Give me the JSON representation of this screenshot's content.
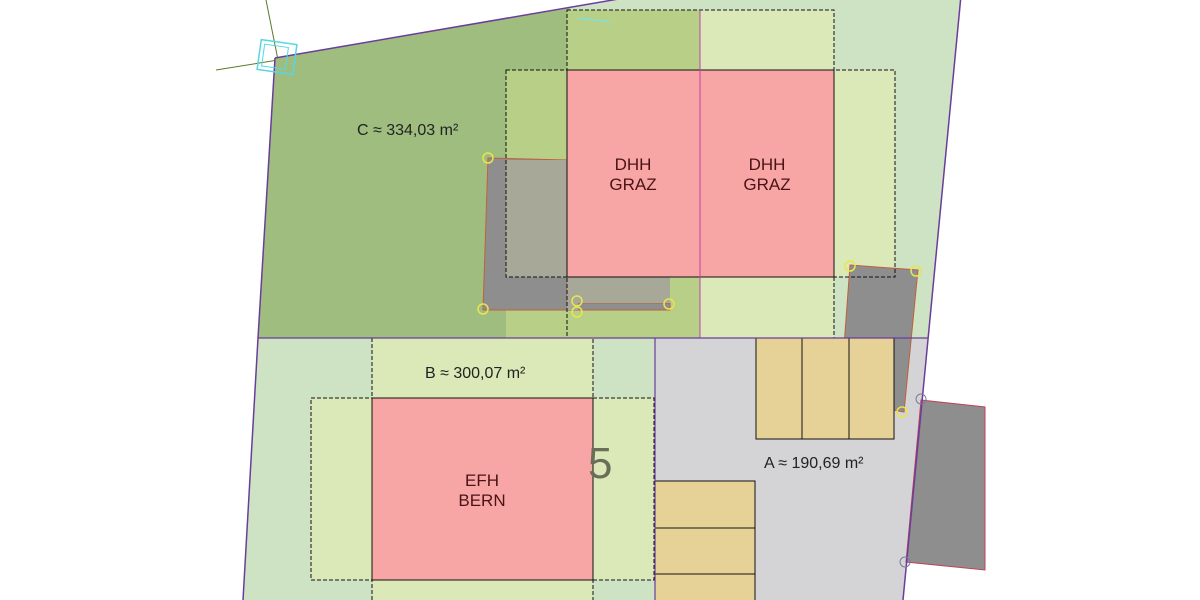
{
  "plan": {
    "areas": [
      {
        "id": "C",
        "label": "C ≈ 334,03 m²",
        "value_m2": "334,03",
        "color": "#a0bd80"
      },
      {
        "id": "B",
        "label": "B ≈ 300,07 m²",
        "value_m2": "300,07",
        "color": "#cde3c3"
      },
      {
        "id": "A",
        "label": "A ≈ 190,69 m²",
        "value_m2": "190,69",
        "color": "#d4d4d6"
      }
    ],
    "houses": [
      {
        "type": "DHH",
        "name": "GRAZ",
        "line1": "DHH",
        "line2": "GRAZ"
      },
      {
        "type": "DHH",
        "name": "GRAZ",
        "line1": "DHH",
        "line2": "GRAZ"
      },
      {
        "type": "EFH",
        "name": "BERN",
        "line1": "EFH",
        "line2": "BERN"
      }
    ],
    "plot_number": "5",
    "colors": {
      "house": "#f8a5a5",
      "buildable_zone": "#dbe9b8",
      "buildable_zone_c": "#b8cf88",
      "garden_light": "#cde3c3",
      "existing_building": "#8e8e8e",
      "existing_building_light": "#a8a898",
      "parking": "#e6d296",
      "road": "#d4d4d6",
      "boundary": "#6a3d9a",
      "marker": "#e6e650",
      "survey_marker": "#55d8e0"
    }
  }
}
